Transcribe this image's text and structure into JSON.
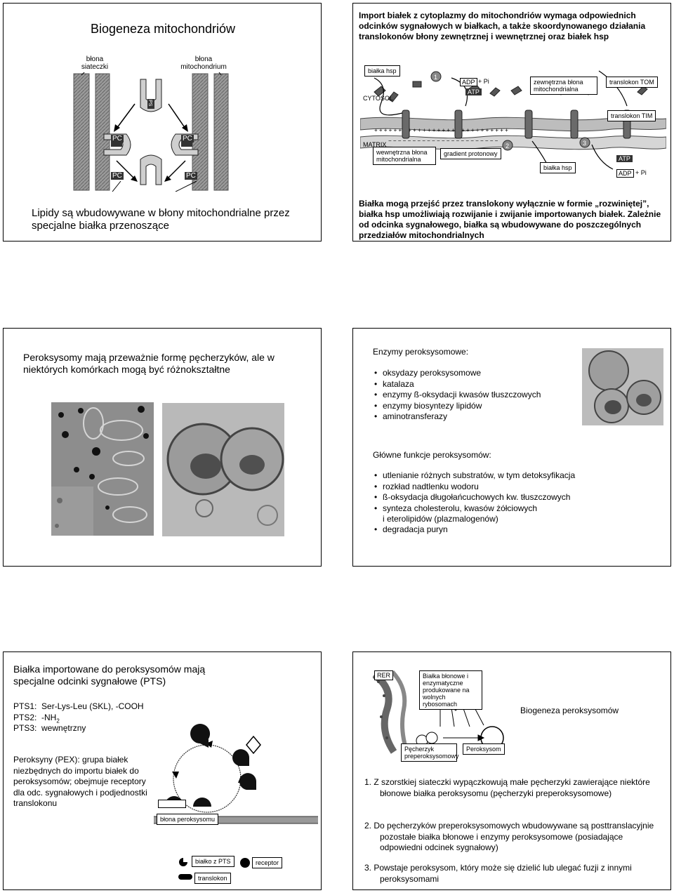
{
  "s1": {
    "title": "Biogeneza mitochondriów",
    "label_er": "błona siateczki",
    "label_mito": "błona mitochondrium",
    "pc": "PC",
    "ps": "PS",
    "caption": "Lipidy są wbudowywane w błony mitochondrialne przez specjalne białka przenoszące"
  },
  "s2": {
    "heading": "Import białek z cytoplazmy do mitochondriów wymaga odpowiednich odcinków sygnałowych w białkach, a także skoordynowanego działania translokonów błony zewnętrznej i wewnętrznej oraz białek hsp",
    "hsp_top": "białka hsp",
    "cytosol": "CYTOSOL",
    "num1": "1",
    "num2": "2",
    "num3": "3",
    "adp": "ADP",
    "atp": "ATP",
    "pi": "+ Pi",
    "outer_membrane": "zewnętrzna błona mitochondrialna",
    "tom": "translokon TOM",
    "tim": "translokon TIM",
    "matrix": "MATRIX",
    "inner_membrane": "wewnętrzna błona mitochondrialna",
    "gradient": "gradient protonowy",
    "hsp_bottom": "białka hsp",
    "caption": "Białka mogą przejść przez translokony wyłącznie w formie „rozwiniętej”, białka hsp umożliwiają rozwijanie i zwijanie importowanych białek. Zależnie od odcinka sygnałowego, białka są wbudowywane do poszczególnych przedziałów mitochondrialnych"
  },
  "s3": {
    "heading": "Peroksysomy mają przeważnie formę pęcherzyków, ale w niektórych komórkach mogą być różnokształtne"
  },
  "s4": {
    "enzymes_title": "Enzymy peroksysomowe:",
    "enzymes": [
      "oksydazy peroksysomowe",
      "katalaza",
      "enzymy ß-oksydacji kwasów tłuszczowych",
      "enzymy biosyntezy lipidów",
      "aminotransferazy"
    ],
    "functions_title": "Główne funkcje peroksysomów:",
    "functions": [
      "utlenianie różnych substratów, w tym detoksyfikacja",
      "rozkład nadtlenku wodoru",
      "ß-oksydacja długołańcuchowych kw. tłuszczowych",
      "synteza cholesterolu, kwasów żółciowych",
      "degradacja puryn"
    ],
    "functions_cont": "i eterolipidów (plazmalogenów)"
  },
  "s5": {
    "heading": "Białka importowane do peroksysomów mają specjalne odcinki sygnałowe (PTS)",
    "pts1": "PTS1:  Ser-Lys-Leu (SKL), -COOH",
    "pts2_a": "PTS2:  -NH",
    "pts2_sub": "2",
    "pts3": "PTS3:  wewnętrzny",
    "pex": "Peroksyny (PEX): grupa białek niezbędnych do importu białek do peroksysomów; obejmuje receptory dla odc. sygnałowych i podjednostki translokonu",
    "membrane_label": "błona peroksysomu",
    "legend_pts": "białko z PTS",
    "legend_receptor": "receptor",
    "legend_translocon": "translokon"
  },
  "s6": {
    "rer": "RER",
    "note": "Białka błonowe i enzymatyczne produkowane na wolnych rybosomach",
    "vesicle": "Pęcherzyk preperoksysomowy",
    "peroxisome": "Peroksysom",
    "title": "Biogeneza peroksysomów",
    "step1": "1. Z szorstkiej siateczki wypączkowują małe pęcherzyki zawierające niektóre błonowe białka peroksysomu (pęcherzyki preperoksysomowe)",
    "step2": "2. Do pęcherzyków preperoksysomowych wbudowywane są posttranslacyjnie pozostałe białka błonowe i enzymy peroksysomowe (posiadające odpowiedni odcinek sygnałowy)",
    "step3": "3. Powstaje peroksysom, który może się dzielić lub ulegać fuzji z innymi peroksysomami"
  }
}
